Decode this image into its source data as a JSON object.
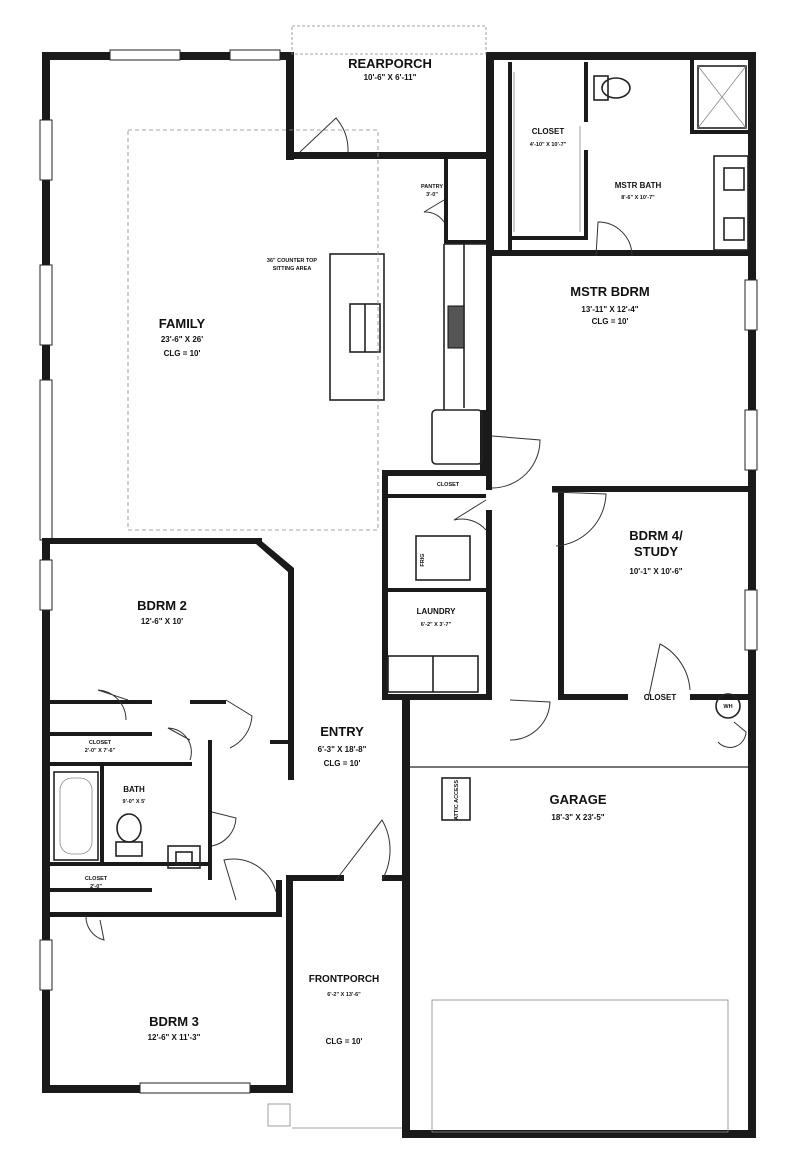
{
  "rooms": {
    "rear_porch": {
      "name": "REARPORCH",
      "size": "10'-6\" X 6'-11\""
    },
    "closet_master": {
      "name": "CLOSET",
      "size": "4'-10\" X 10'-7\""
    },
    "master_bath": {
      "name": "MSTR BATH",
      "size": "8'-6\" X 10'-7\""
    },
    "pantry": {
      "name": "PANTRY",
      "size": "3'-0\""
    },
    "countertop_note": {
      "line1": "36\" COUNTER TOP",
      "line2": "SITTING AREA"
    },
    "family": {
      "name": "FAMILY",
      "size": "23'-6\" X 26'",
      "clg": "CLG = 10'"
    },
    "master_bedroom": {
      "name": "MSTR BDRM",
      "size": "13'-11\" X 12'-4\"",
      "clg": "CLG = 10'"
    },
    "closet_hall": {
      "name": "CLOSET"
    },
    "bedroom4": {
      "name_line1": "BDRM 4/",
      "name_line2": "STUDY",
      "size": "10'-1\" X 10'-6\""
    },
    "bedroom2": {
      "name": "BDRM 2",
      "size": "12'-6\" X 10'"
    },
    "laundry": {
      "name": "LAUNDRY",
      "size": "6'-2\" X 3'-7\""
    },
    "entry": {
      "name": "ENTRY",
      "size": "6'-3\" X 18'-8\"",
      "clg": "CLG = 10'"
    },
    "closet_b2": {
      "name": "CLOSET",
      "size": "2'-0\" X 7'-6\""
    },
    "closet_study": {
      "name": "CLOSET"
    },
    "water_heater": {
      "name": "WH"
    },
    "bath": {
      "name": "BATH",
      "size": "9'-0\" X 5'"
    },
    "garage": {
      "name": "GARAGE",
      "size": "18'-3\" X 23'-5\""
    },
    "attic": {
      "name": "ATTIC ACCESS"
    },
    "closet_b3": {
      "name": "CLOSET",
      "size": "2'-0\""
    },
    "front_porch": {
      "name": "FRONTPORCH",
      "size": "6'-2\" X 13'-6\"",
      "clg": "CLG = 10'"
    },
    "bedroom3": {
      "name": "BDRM 3",
      "size": "12'-6\" X 11'-3\""
    }
  },
  "appliances": {
    "fridge": "FRIG"
  }
}
